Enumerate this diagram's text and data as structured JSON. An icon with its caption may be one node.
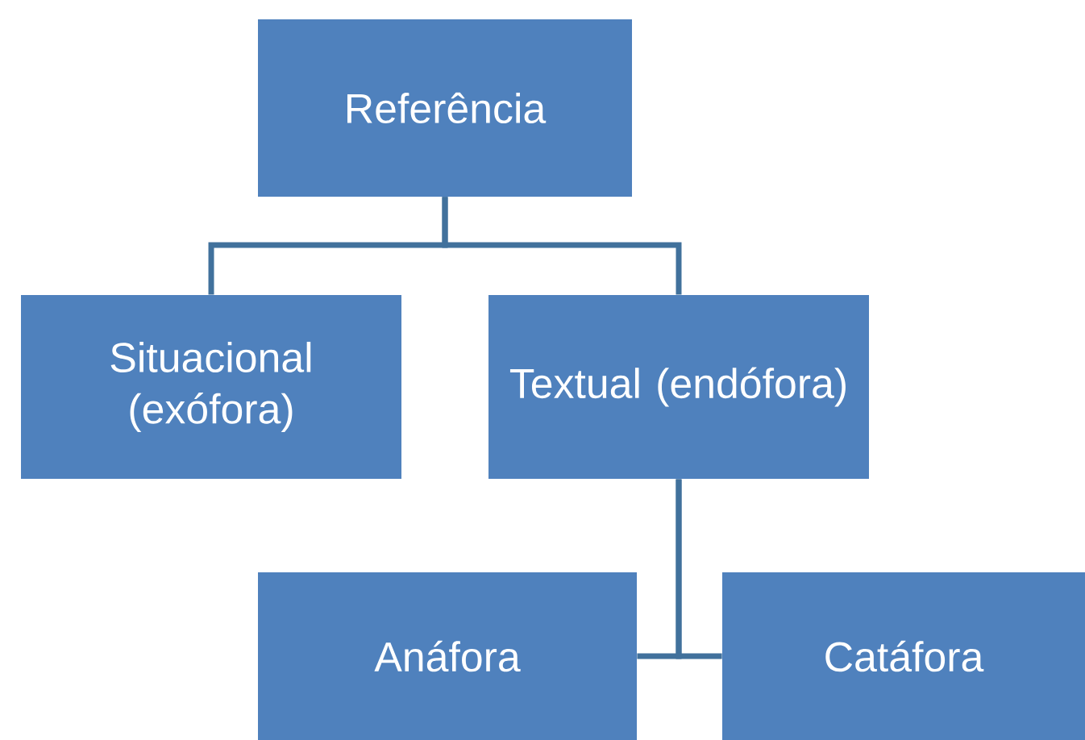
{
  "diagram": {
    "nodes": [
      {
        "text": [
          "Referência"
        ]
      },
      {
        "text": [
          "Situacional (exófora)"
        ]
      },
      {
        "text": [
          "Textual (endófora)"
        ]
      },
      {
        "text": [
          "Anáfora"
        ]
      },
      {
        "text": [
          "Catáfora"
        ]
      }
    ],
    "edges": [
      {
        "from": 0,
        "to": 1,
        "arrow": "none"
      },
      {
        "from": 0,
        "to": 2,
        "arrow": "none"
      },
      {
        "from": 2,
        "to": 3,
        "arrow": "none"
      },
      {
        "from": 2,
        "to": 4,
        "arrow": "none"
      }
    ]
  }
}
